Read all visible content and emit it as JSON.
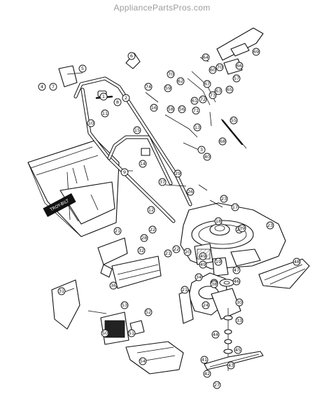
{
  "watermark": "AppliancePartsPros.com",
  "brand_label": "TROY-BILT",
  "callouts": [
    "1",
    "2",
    "3",
    "4",
    "5",
    "6",
    "7",
    "8",
    "9",
    "10",
    "11",
    "12",
    "13",
    "14",
    "15",
    "16",
    "17",
    "18",
    "19",
    "20",
    "21",
    "22",
    "23",
    "24",
    "25",
    "26",
    "27",
    "28",
    "29",
    "30",
    "31",
    "32",
    "33",
    "34",
    "35",
    "36",
    "37",
    "38",
    "39",
    "40",
    "41",
    "42",
    "43",
    "44",
    "45",
    "46",
    "47",
    "48",
    "49",
    "50",
    "51",
    "52",
    "53",
    "54",
    "55",
    "56",
    "57",
    "58",
    "59",
    "60",
    "61",
    "62",
    "63",
    "64",
    "65",
    "66",
    "67",
    "68",
    "69",
    "70",
    "71",
    "72",
    "73",
    "74"
  ]
}
